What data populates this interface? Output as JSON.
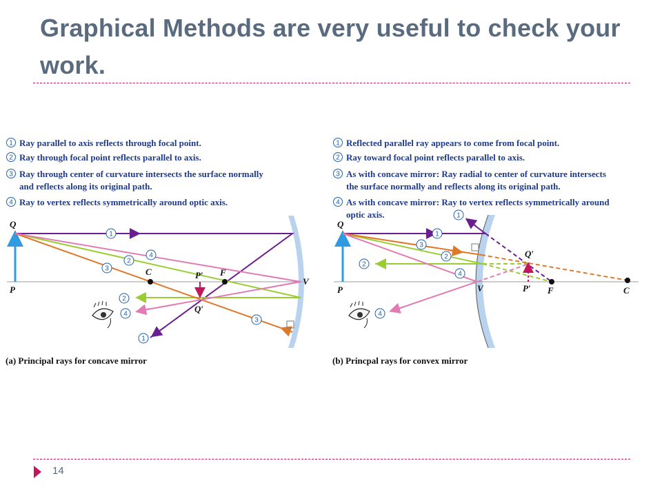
{
  "slide": {
    "title": "Graphical Methods are very useful to check your work.",
    "page_number": "14"
  },
  "colors": {
    "title": "#5a6b7f",
    "accent": "#c2185b",
    "ray1": "#6b1f8f",
    "ray2": "#9acd32",
    "ray3": "#e0782a",
    "ray4": "#e27bb3",
    "object_arrow": "#2f9be0",
    "mirror": "#b9d3ee",
    "numbering": "#1f5fa8"
  },
  "panel_a": {
    "captions": [
      "Ray parallel to axis reflects through focal point.",
      "Ray through focal point reflects parallel to axis.",
      "Ray through center of curvature intersects the surface normally",
      "and reflects along its original path.",
      "Ray to vertex reflects symmetrically around optic axis."
    ],
    "labels": {
      "object_top": "Q",
      "object_base": "P",
      "center": "C",
      "focus": "F",
      "vertex": "V",
      "image_top": "Q",
      "image_base": "P"
    },
    "subtitle_prefix": "(a)",
    "subtitle": "Principal rays for concave mirror"
  },
  "panel_b": {
    "captions": [
      "Reflected parallel ray appears to come from focal point.",
      "Ray toward focal point reflects parallel to axis.",
      "As with concave mirror: Ray radial to center of curvature intersects",
      "the surface normally and reflects along its original path.",
      "As with concave mirror: Ray to vertex reflects symmetrically around",
      "optic axis."
    ],
    "labels": {
      "object_top": "Q",
      "object_base": "P",
      "vertex": "V",
      "image_top": "Q",
      "image_base": "P",
      "focus": "F",
      "center": "C"
    },
    "subtitle_prefix": "(b)",
    "subtitle": "Princpal rays for convex mirror"
  },
  "ray_numbers": [
    "1",
    "2",
    "3",
    "4"
  ],
  "prime_mark": "′"
}
